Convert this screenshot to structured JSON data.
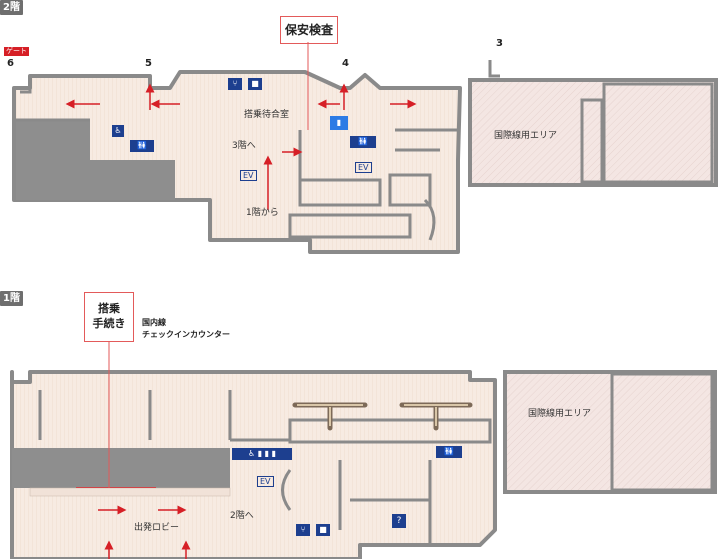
{
  "floors": [
    {
      "tag": "2階",
      "callout": "保安検査",
      "gate_badge": "ゲート",
      "gates": [
        "6",
        "5",
        "4",
        "3"
      ],
      "labels": {
        "waiting_room": "搭乗待合室",
        "intl_area": "国際線用エリア",
        "to_3f": "3階へ",
        "from_1f": "1階から",
        "ev": "EV"
      }
    },
    {
      "tag": "1階",
      "callout_line1": "搭乗",
      "callout_line2": "手続き",
      "counter_line1": "国内線",
      "counter_line2": "チェックインカウンター",
      "labels": {
        "intl_area": "国際線用エリア",
        "departure_lobby": "出発ロビー",
        "to_2f": "2階へ",
        "ev": "EV"
      }
    }
  ],
  "colors": {
    "wall": "#8a8a8a",
    "floor": "#f7ebe2",
    "accent": "#d61f26",
    "icon": "#1d3f8f"
  },
  "icons": [
    "toilet",
    "accessible",
    "elevator",
    "escalator",
    "payphone",
    "smoking",
    "locker",
    "battery-charge",
    "information",
    "restaurant",
    "shop",
    "lounge"
  ]
}
